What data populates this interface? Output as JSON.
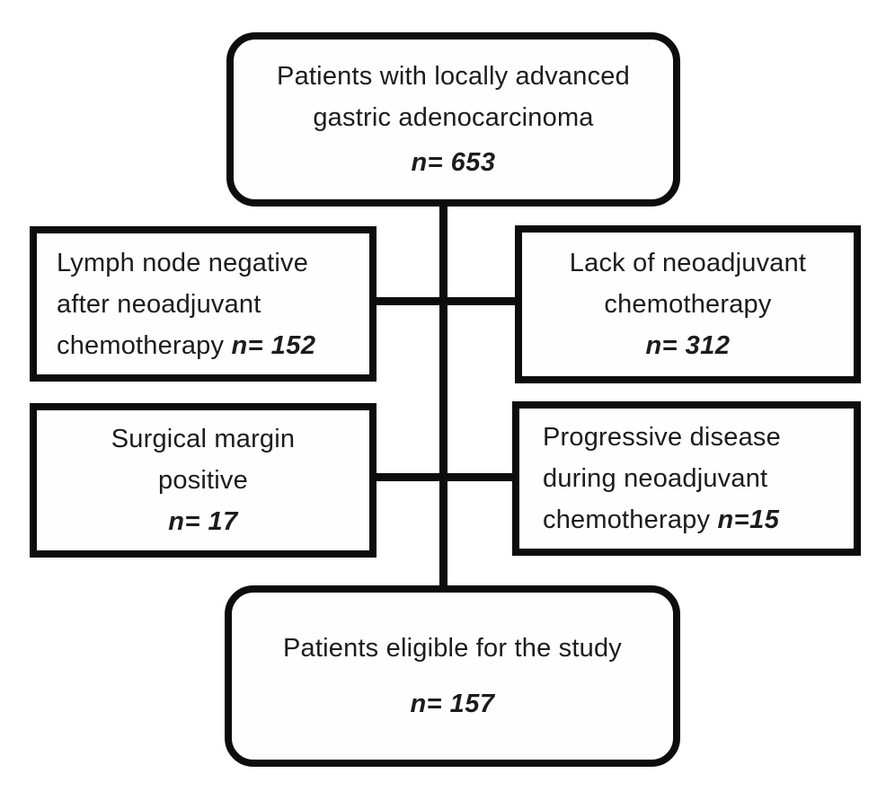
{
  "flowchart": {
    "top_box": {
      "line1": "Patients with locally advanced",
      "line2": "gastric adenocarcinoma",
      "n": "n= 653"
    },
    "exclusion_lymph_node": {
      "line1": "Lymph node negative",
      "line2": "after neoadjuvant",
      "line3": "chemotherapy",
      "n": "n= 152"
    },
    "exclusion_no_neoadjuvant": {
      "line1": "Lack of neoadjuvant",
      "line2": "chemotherapy",
      "n": "n= 312"
    },
    "exclusion_surgical_margin": {
      "line1": "Surgical margin",
      "line2": "positive",
      "n": "n= 17"
    },
    "exclusion_progressive_disease": {
      "line1": "Progressive disease",
      "line2": "during neoadjuvant",
      "line3": "chemotherapy",
      "n": "n=15"
    },
    "eligible_box": {
      "line1": "Patients eligible for the study",
      "n": "n= 157"
    }
  },
  "colors": {
    "border": "#0d0d0d",
    "background": "#ffffff",
    "text": "#1c1c1c"
  }
}
